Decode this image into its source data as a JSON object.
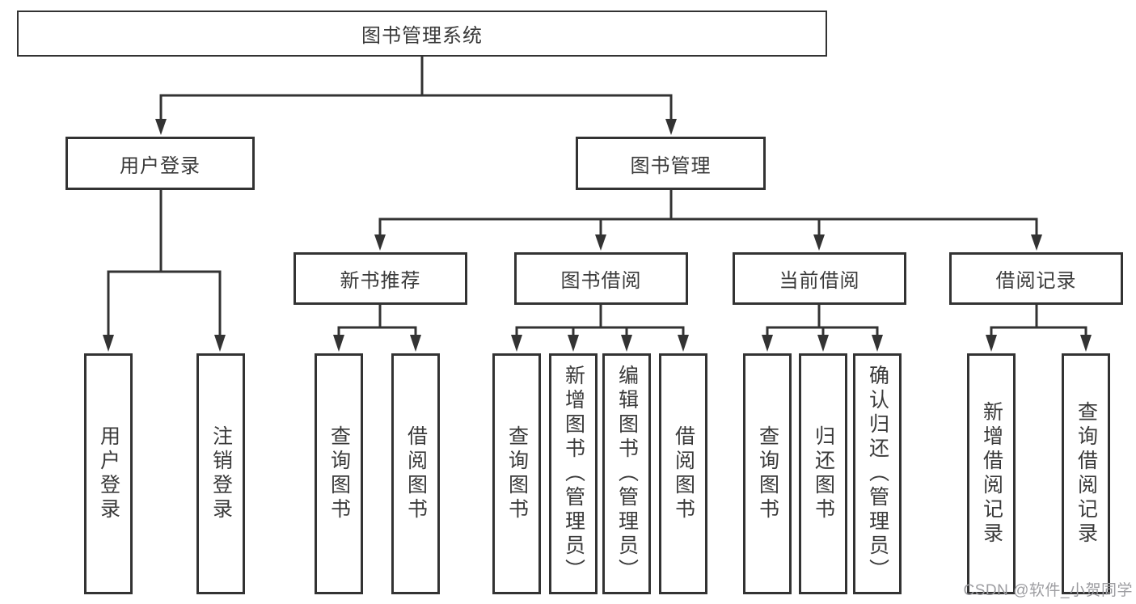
{
  "nodes": {
    "root": "图书管理系统",
    "level2": [
      "用户登录",
      "图书管理"
    ],
    "level3": [
      "新书推荐",
      "图书借阅",
      "当前借阅",
      "借阅记录"
    ],
    "leaves": [
      "用户登录",
      "注销登录",
      "查询图书",
      "借阅图书",
      "查询图书",
      "新增图书（管理员）",
      "编辑图书（管理员）",
      "借阅图书",
      "查询图书",
      "归还图书",
      "确认归还（管理员）",
      "新增借阅记录",
      "查询借阅记录"
    ]
  },
  "watermark": "CSDN @软件_小贺同学",
  "colors": {
    "line": "#333333",
    "text": "#3a3a3a",
    "watermark": "#9d9da1",
    "background": "#ffffff"
  }
}
